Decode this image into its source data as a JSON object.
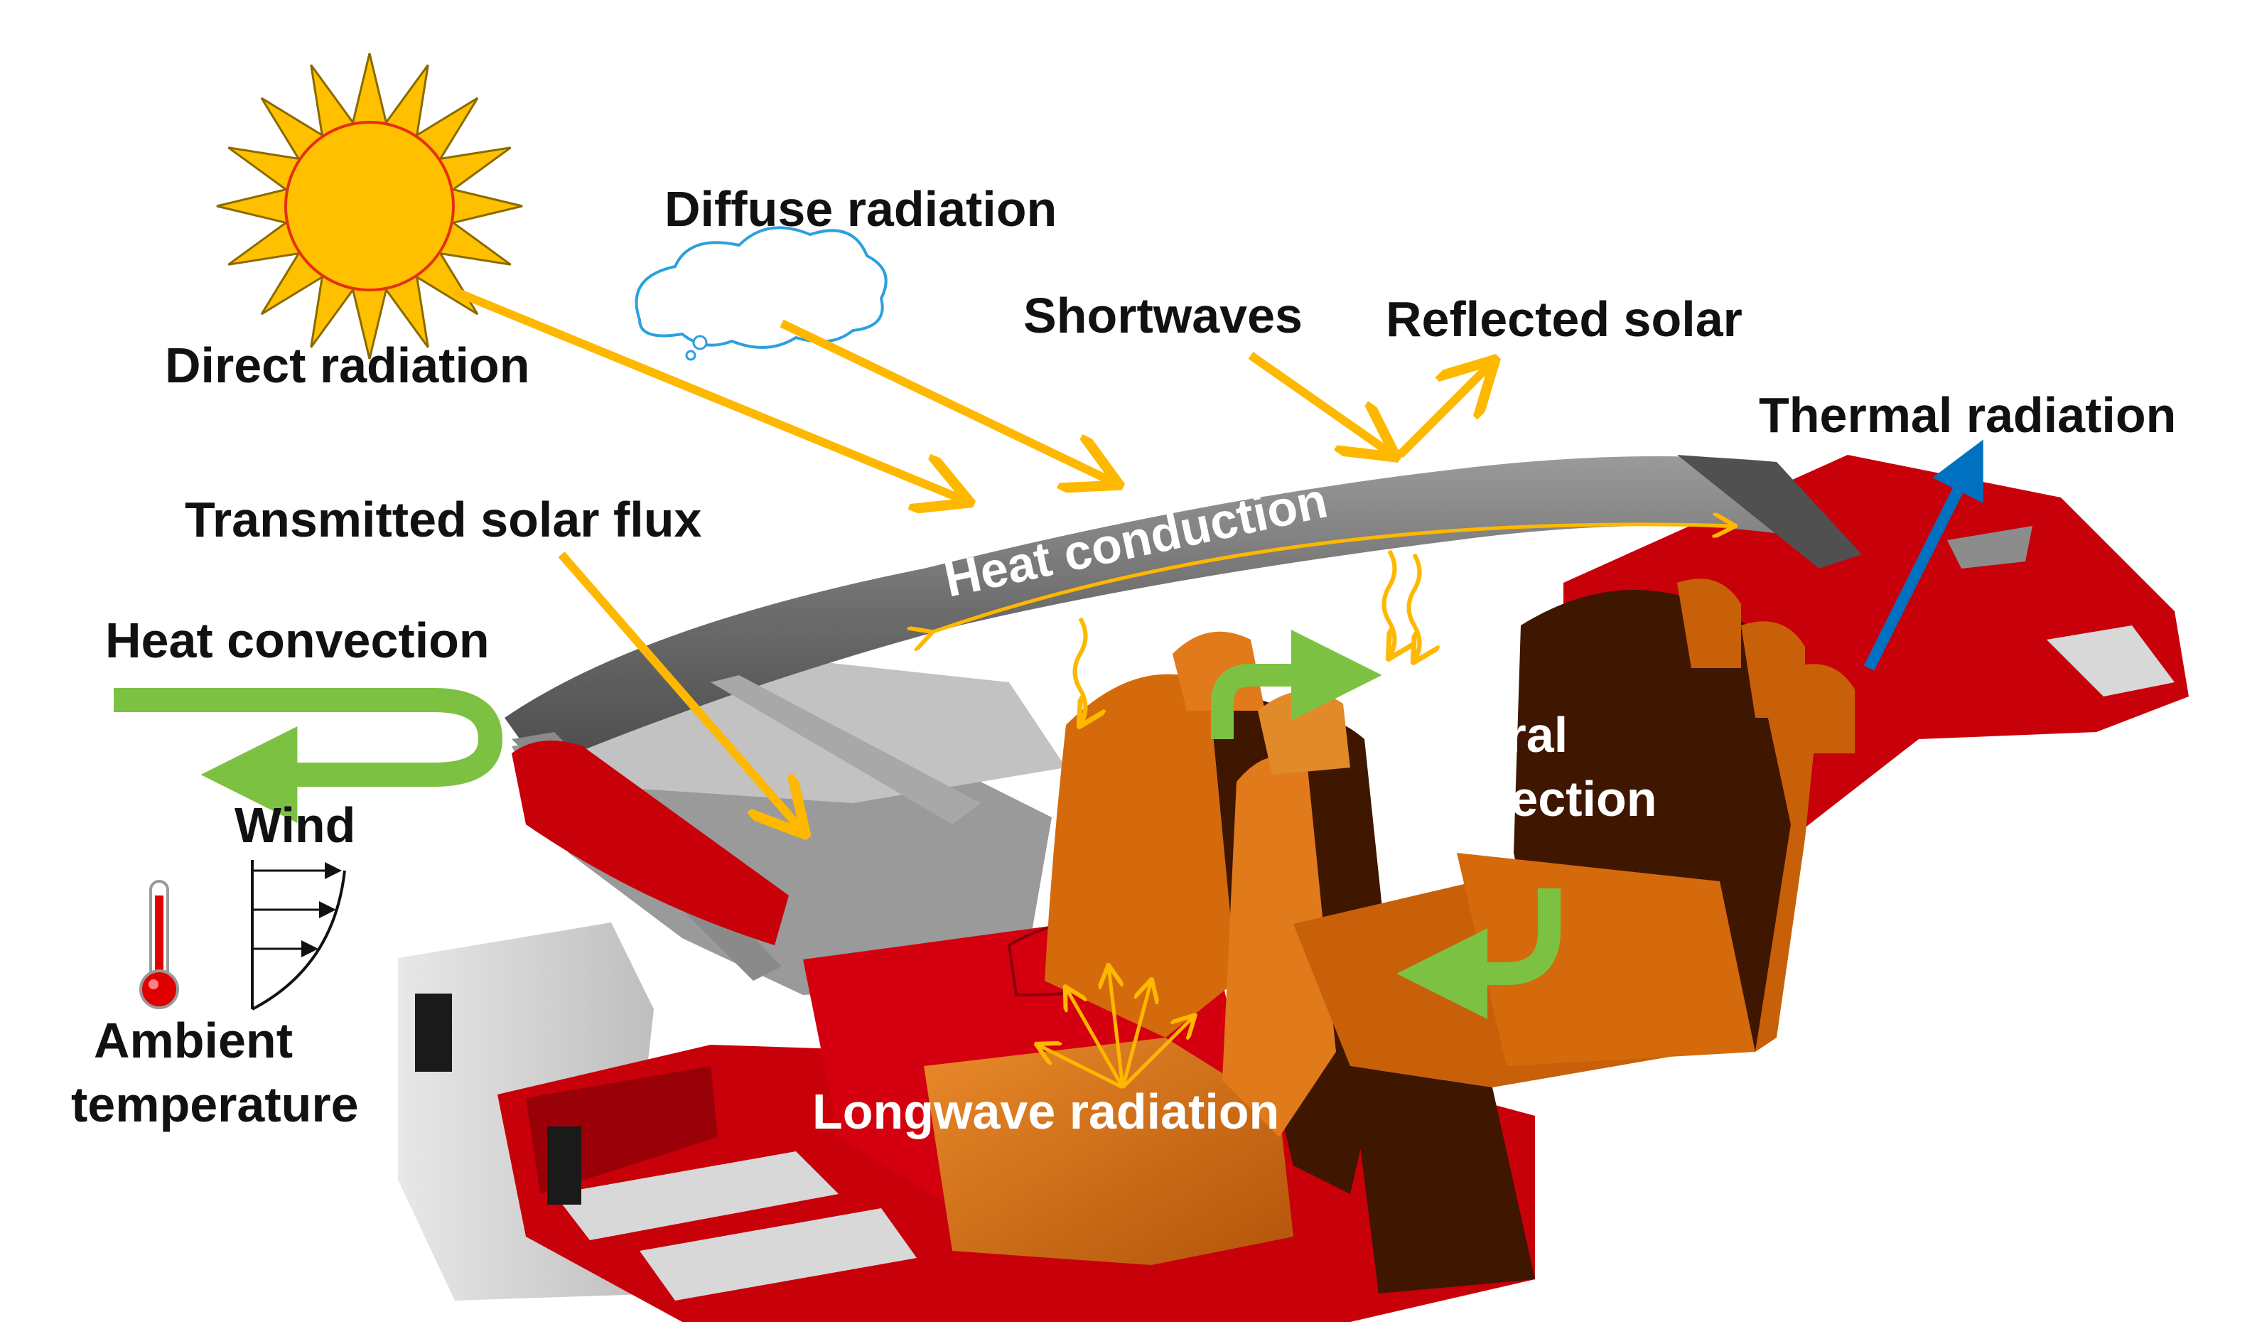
{
  "labels": {
    "direct_radiation": "Direct radiation",
    "diffuse_radiation": "Diffuse radiation",
    "shortwaves": "Shortwaves",
    "reflected_solar": "Reflected solar",
    "thermal_radiation": "Thermal radiation",
    "transmitted_solar_flux": "Transmitted solar flux",
    "heat_conduction": "Heat conduction",
    "heat_convection": "Heat convection",
    "wind": "Wind",
    "ambient_line1": "Ambient",
    "ambient_line2": "temperature",
    "natural_line1": "Natural",
    "natural_line2": "convection",
    "longwave_radiation": "Longwave radiation"
  },
  "colors": {
    "solar_arrow": "#FFB800",
    "convection_arrow": "#7DC142",
    "thermal_arrow": "#0070C0",
    "sun_fill": "#FFC000",
    "sun_stroke": "#E53010",
    "body_red": "#C8000A",
    "seat_orange": "#D46A0C",
    "seat_dark": "#3F1600",
    "roof_gray": "#707070",
    "shell_light": "#D8D8D8"
  },
  "icons": [
    "sun-icon",
    "cloud-icon",
    "thermometer-icon",
    "wind-profile-icon"
  ]
}
